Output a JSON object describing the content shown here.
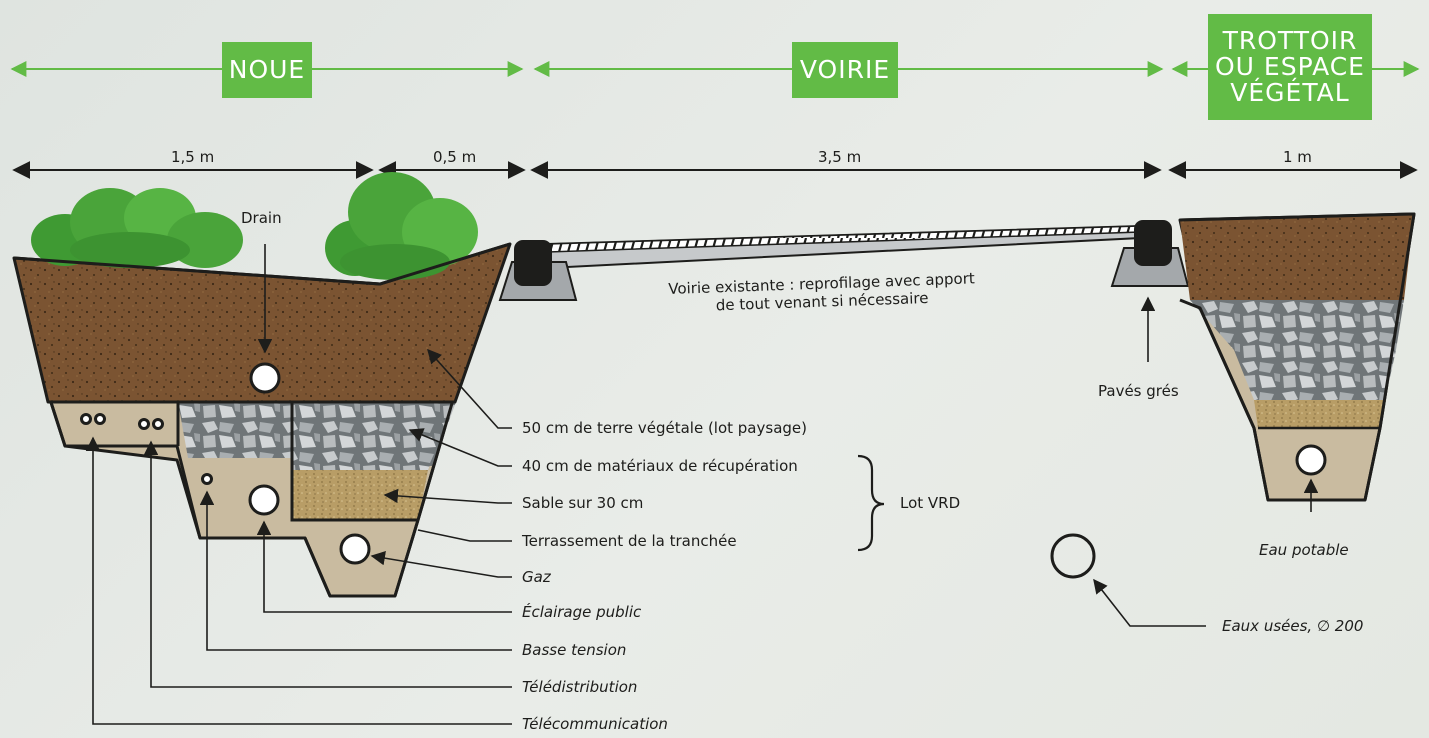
{
  "zones": {
    "noue": "NOUE",
    "voirie": "VOIRIE",
    "trottoir_1": "TROTTOIR",
    "trottoir_2": "OU ESPACE",
    "trottoir_3": "VÉGÉTAL"
  },
  "dimensions": {
    "d1": "1,5 m",
    "d2": "0,5 m",
    "d3": "3,5 m",
    "d4": "1 m"
  },
  "labels": {
    "drain": "Drain",
    "voirie_1": "Voirie existante : reprofilage avec apport",
    "voirie_2": "de tout venant si nécessaire",
    "paves": "Pavés grés",
    "terre": "50 cm de terre végétale (lot paysage)",
    "materiaux": "40 cm de matériaux de récupération",
    "sable": "Sable sur 30 cm",
    "terrassement": "Terrassement de la tranchée",
    "lot_vrd": "Lot VRD",
    "gaz": "Gaz",
    "eclairage": "Éclairage public",
    "basse_tension": "Basse tension",
    "teledistribution": "Télédistribution",
    "telecommunication": "Télécommunication",
    "eau_potable": "Eau potable",
    "eaux_usees": "Eaux usées, ∅ 200"
  },
  "colors": {
    "green_label": "#62bb46",
    "soil": "#7a5330",
    "gravel": "#9ea3a6",
    "sand": "#b69a64",
    "trench": "#c9bba0",
    "foliage": "#4aa43a"
  }
}
